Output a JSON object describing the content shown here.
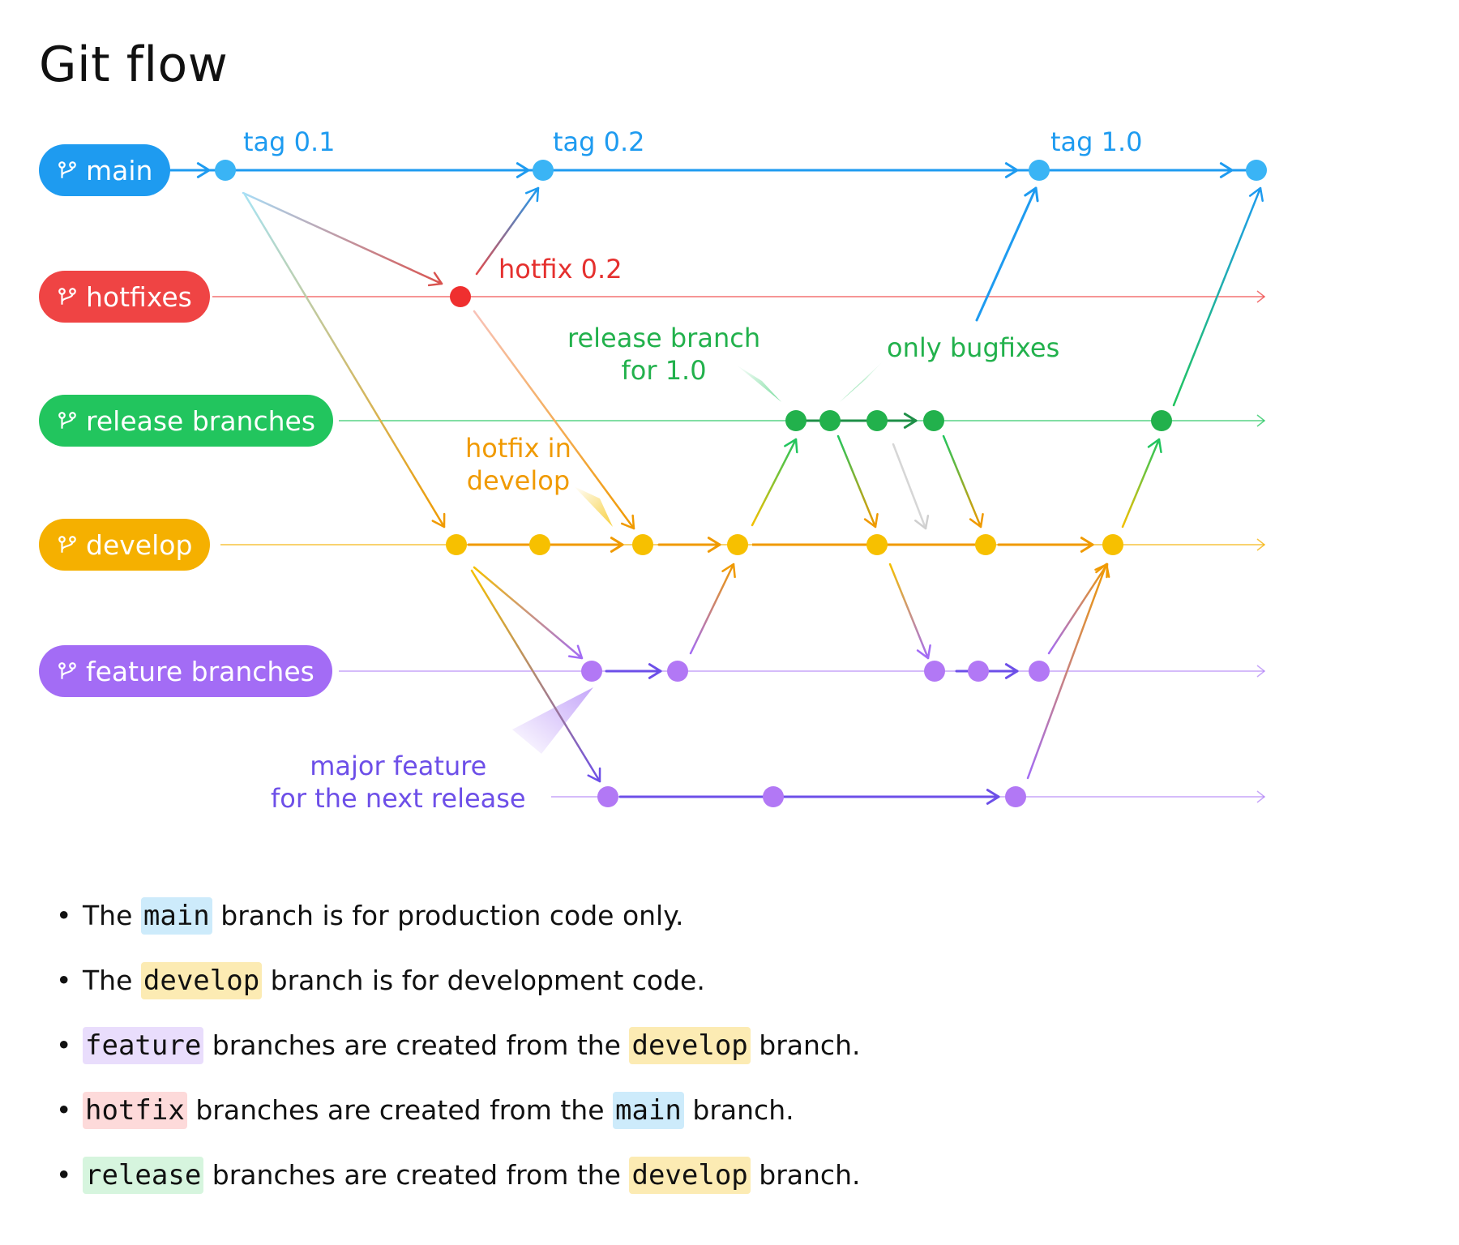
{
  "title": "Git flow",
  "lanes": [
    {
      "id": "main",
      "label": "main",
      "color": "#1E9BF0"
    },
    {
      "id": "hotfixes",
      "label": "hotfixes",
      "color": "#EF4444"
    },
    {
      "id": "release",
      "label": "release branches",
      "color": "#22C55E"
    },
    {
      "id": "develop",
      "label": "develop",
      "color": "#F5B000"
    },
    {
      "id": "feature",
      "label": "feature branches",
      "color": "#A36CF5"
    }
  ],
  "annotations": {
    "tag01": "tag 0.1",
    "tag02": "tag 0.2",
    "tag10": "tag 1.0",
    "hotfix02": "hotfix 0.2",
    "release_line1": "release branch",
    "release_line2": "for 1.0",
    "bugfixes": "only bugfixes",
    "hotfix_dev_line1": "hotfix in",
    "hotfix_dev_line2": "develop",
    "major_line1": "major feature",
    "major_line2": "for the next release"
  },
  "notes": [
    {
      "kw": "main",
      "kw_color": "#CDEBFB",
      "before": "The",
      "after": "branch is for production code only."
    },
    {
      "kw": "develop",
      "kw_color": "#FCEBB3",
      "before": "The",
      "after": "branch is for development code."
    },
    {
      "kw": "feature",
      "kw_color": "#E9DDFC",
      "before": "",
      "after": "branches are created from the",
      "kw2": "develop",
      "kw2_color": "#FCEBB3",
      "tail": "branch."
    },
    {
      "kw": "hotfix",
      "kw_color": "#FDDADA",
      "before": "",
      "after": "branches are created from the",
      "kw2": "main",
      "kw2_color": "#CDEBFB",
      "tail": "branch."
    },
    {
      "kw": "release",
      "kw_color": "#D6F5DE",
      "before": "",
      "after": "branches are created from the",
      "kw2": "develop",
      "kw2_color": "#FCEBB3",
      "tail": "branch."
    }
  ],
  "colors": {
    "main": "#1E9BF0",
    "hotfix": "#EF4444",
    "release": "#22C55E",
    "develop": "#F5B000",
    "feature": "#A36CF5",
    "feature_dark": "#6D4FE8",
    "bugfix_gray": "#CFCFCF"
  }
}
